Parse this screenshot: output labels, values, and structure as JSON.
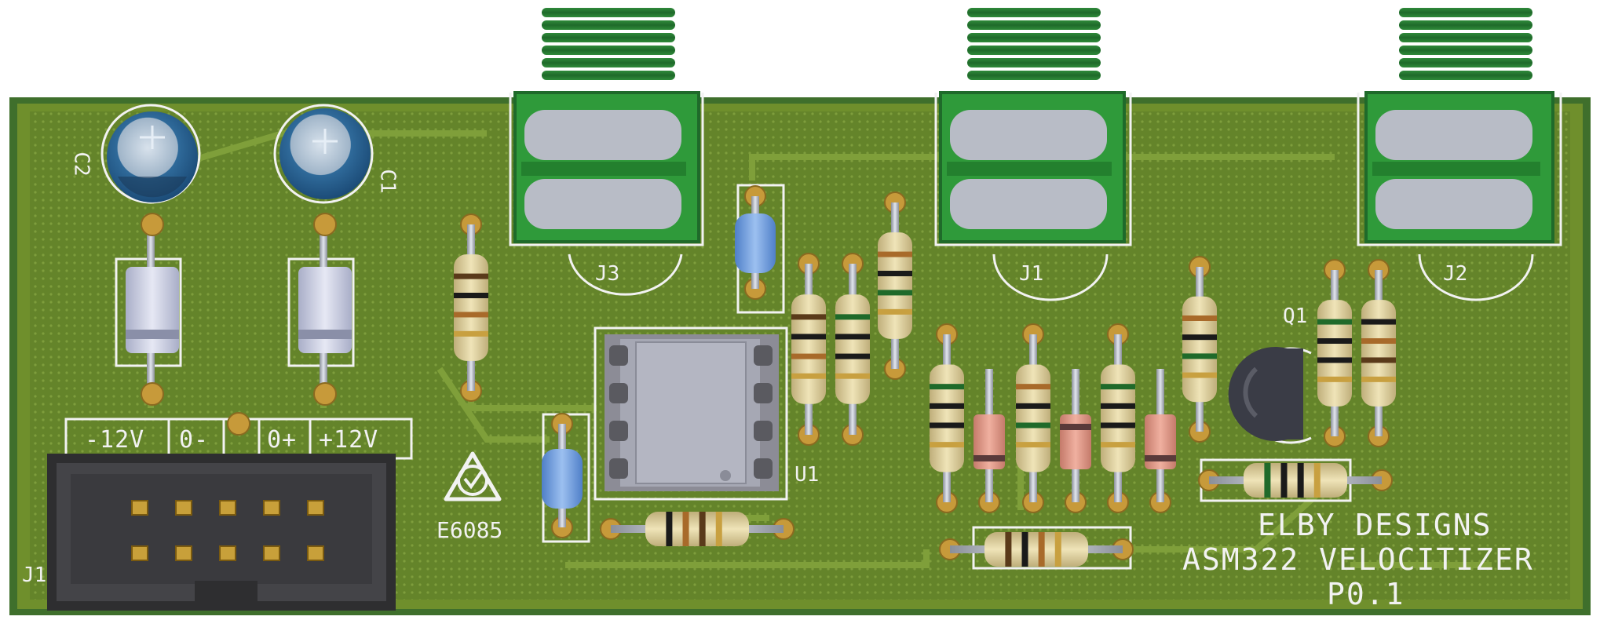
{
  "board": {
    "silkscreen": {
      "brand": "ELBY DESIGNS",
      "product": "ASM322 VELOCITIZER",
      "revision": "P0.1",
      "cert_code": "E6085"
    },
    "designators": {
      "c2": "C2",
      "c1": "C1",
      "j3": "J3",
      "j1": "J1",
      "j2": "J2",
      "u1": "U1",
      "q1": "Q1",
      "j4": "J1"
    },
    "power_labels": [
      "-12V",
      "0-",
      "0+",
      "+12V"
    ],
    "icons": {
      "rcm_mark": "rcm-compliance-mark-icon",
      "electrolytic": "electrolytic-capacitor-icon",
      "jack": "audio-jack-icon",
      "ic": "dip8-ic-icon",
      "transistor": "to92-transistor-icon"
    },
    "colors": {
      "pcb": "#6f8f2c",
      "pcb_edge": "#3f6f2c",
      "copper_pour": "#5d7d22",
      "silkscreen": "#f2f2f2",
      "pad": "#c79a3a",
      "jack_body": "#2f9a3a",
      "resistor_body": "#e8dcaa",
      "diode_body": "#e19a8a",
      "film_cap": "#6f9be0",
      "electrolytic": "#2f6a9a",
      "header": "#3a3a3a"
    }
  }
}
